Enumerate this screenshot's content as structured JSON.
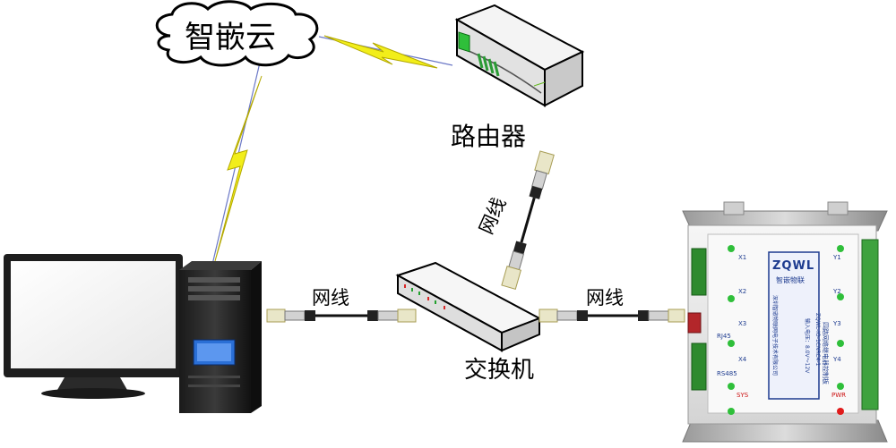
{
  "labels": {
    "cloud": "智嵌云",
    "router": "路由器",
    "switch": "交换机",
    "cable_pc": "网线",
    "cable_router": "网线",
    "cable_board": "网线"
  },
  "board": {
    "logo": "ZQWL",
    "subtitle": "智嵌物联",
    "model_title": "四路网络继电器控制板",
    "model": "ZQWL-IO-1CNRC4-1",
    "voltage": "输入电压：8.0V～12V",
    "company": "深圳智嵌物联网电子技术有限公司",
    "inputs": [
      "X1",
      "X2",
      "X3",
      "X4"
    ],
    "outputs": [
      "Y1",
      "Y2",
      "Y3",
      "Y4"
    ],
    "rj45": "RJ45",
    "rs485": "RS485",
    "sys": "SYS",
    "pwr": "PWR"
  },
  "colors": {
    "lightning": "#f2ee1a",
    "led_green": "#2fbf3a",
    "led_red": "#e01b1b",
    "board_blue": "#1d3b8f"
  }
}
